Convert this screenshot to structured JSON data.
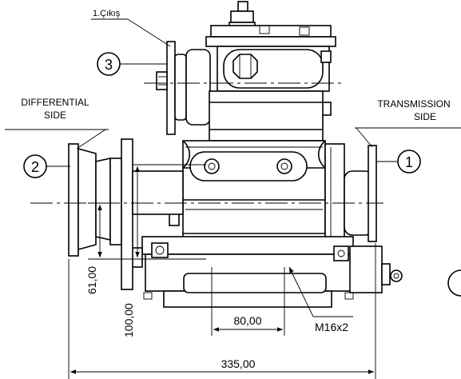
{
  "title_label": "1.Çıkış",
  "sides": {
    "left": [
      "DIFFERENTIAL",
      "SIDE"
    ],
    "right": [
      "TRANSMISSION",
      "SIDE"
    ]
  },
  "balloons": [
    "1",
    "2",
    "3"
  ],
  "dimensions": {
    "height_61": "61,00",
    "height_100": "100,00",
    "width_80": "80,00",
    "thread": "M16x2",
    "width_335": "335,00"
  },
  "colors": {
    "line": "#000000",
    "background": "#ffffff"
  }
}
